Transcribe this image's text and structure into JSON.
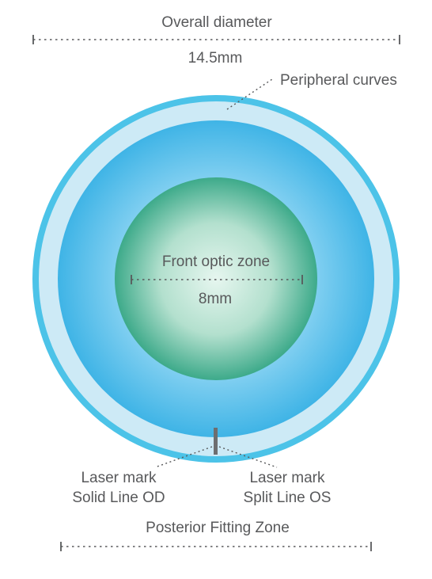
{
  "overall": {
    "label": "Overall diameter",
    "value": "14.5mm"
  },
  "peripheral": {
    "label": "Peripheral curves"
  },
  "optic": {
    "label": "Front optic zone",
    "value": "8mm"
  },
  "laser_od": {
    "line1": "Laser mark",
    "line2": "Solid Line OD"
  },
  "laser_os": {
    "line1": "Laser mark",
    "line2": "Split Line OS"
  },
  "posterior": {
    "label": "Posterior Fitting Zone"
  },
  "colors": {
    "outer_ring": "#4cc3e8",
    "peripheral_band": "#cdeaf6",
    "fitting_zone_edge": "#3fb4e6",
    "fitting_zone_center": "#bfe8f8",
    "optic_zone_edge": "#3daa8a",
    "optic_zone_center": "#e6f6ef",
    "marker": "#6d6e70",
    "text": "#58595b"
  }
}
